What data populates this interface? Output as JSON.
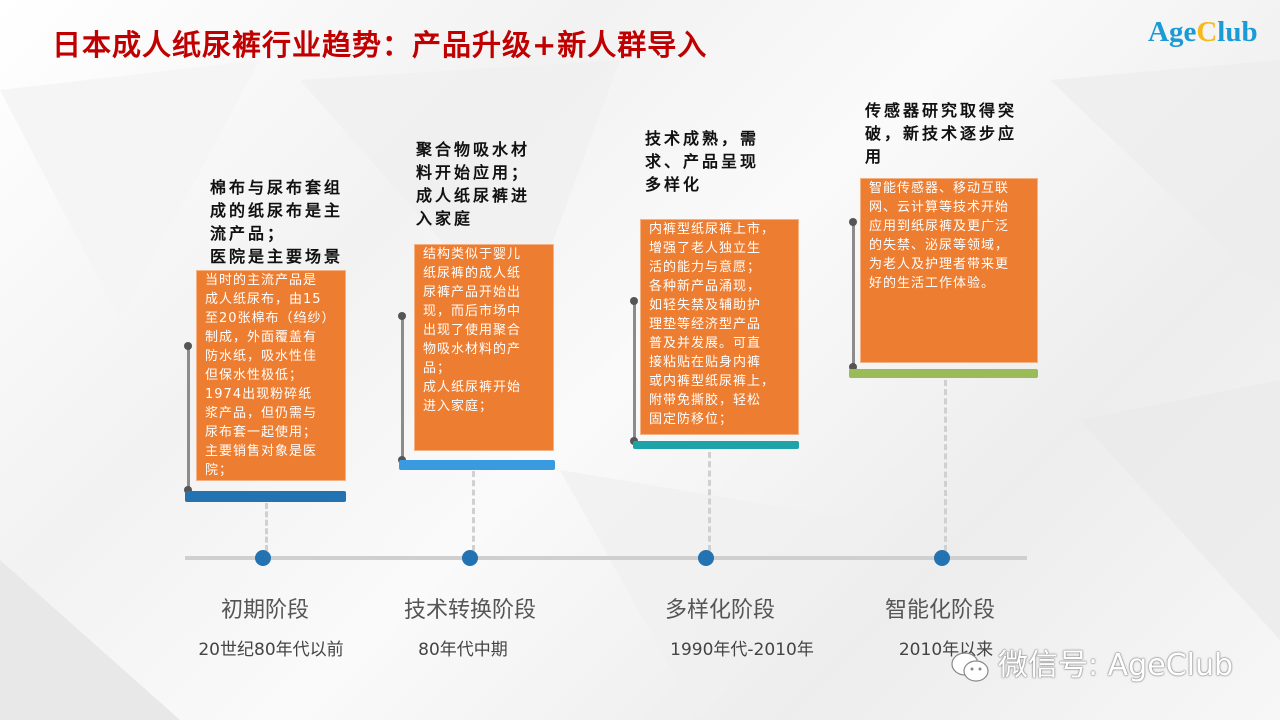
{
  "title": "日本成人纸尿裤行业趋势：产品升级+新人群导入",
  "logo": {
    "part1": "Age",
    "part2": "C",
    "part3": "lub"
  },
  "colors": {
    "title": "#c00000",
    "box": "#ed7d31",
    "timeline_dot": "#2372b1"
  },
  "stages": [
    {
      "name": "初期阶段",
      "date": "20世纪80年代以前",
      "heading": "棉布与尿布套组\n成的纸尿布是主\n流产品；\n医院是主要场景",
      "detail": "当时的主流产品是\n成人纸尿布，由15\n至20张棉布（绉纱）\n制成，外面覆盖有\n防水纸，吸水性佳\n但保水性极低；\n1974出现粉碎纸\n浆产品，但仍需与\n尿布套一起使用；\n主要销售对象是医\n院；",
      "bar_color": "#2372b1"
    },
    {
      "name": "技术转换阶段",
      "date": "80年代中期",
      "heading": "聚合物吸水材\n料开始应用；\n成人纸尿裤进\n入家庭",
      "detail": "结构类似于婴儿\n纸尿裤的成人纸\n尿裤产品开始出\n现，而后市场中\n出现了使用聚合\n物吸水材料的产\n品；\n成人纸尿裤开始\n进入家庭；",
      "bar_color": "#3a9ae0"
    },
    {
      "name": "多样化阶段",
      "date": "1990年代-2010年",
      "heading": "技术成熟，需\n求、产品呈现\n多样化",
      "detail": "内裤型纸尿裤上市，\n增强了老人独立生\n活的能力与意愿；\n各种新产品涌现，\n如轻失禁及辅助护\n理垫等经济型产品\n普及并发展。可直\n接粘贴在贴身内裤\n或内裤型纸尿裤上，\n附带免撕胶，轻松\n固定防移位；",
      "bar_color": "#1ea3a8"
    },
    {
      "name": "智能化阶段",
      "date": "2010年以来",
      "heading": "传感器研究取得突\n破，新技术逐步应\n用",
      "detail": "智能传感器、移动互联\n网、云计算等技术开始\n应用到纸尿裤及更广泛\n的失禁、泌尿等领域，\n为老人及护理者带来更\n好的生活工作体验。",
      "bar_color": "#9bbb59"
    }
  ],
  "watermark": "微信号: AgeClub"
}
